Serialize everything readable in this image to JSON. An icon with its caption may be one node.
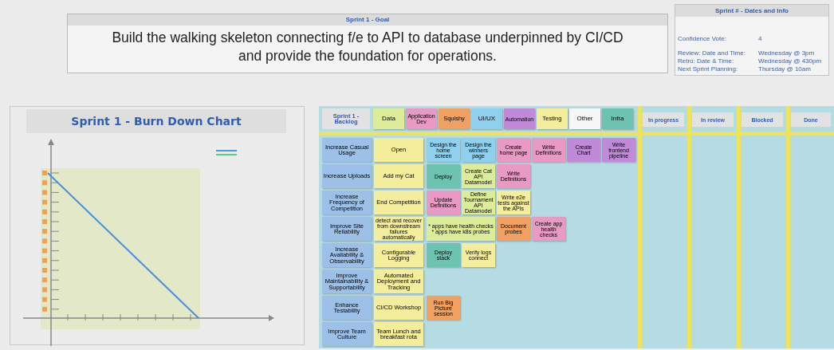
{
  "diagram": {
    "nodes": [
      {
        "text": [
          "Sprint 1 - Goal",
          "Build the walking skeleton connecting f/e to API to database underpinned by CI/CD and provide the foundation for operations."
        ]
      },
      {
        "text": [
          "Sprint # - Dates and Info",
          "Confidence Vote:",
          "4",
          "Review: Date and Time:",
          "Wednesday @ 3pm",
          "Retro: Date & Time:",
          "Wednesday @ 430pm",
          "Next Sprint Planning:",
          "Thursday @ 10am"
        ]
      },
      {
        "text": [
          "Sprint 1 - Burn Down Chart"
        ]
      },
      {
        "text": [],
        "shape": "box"
      },
      {
        "text": [
          "Sprint 1 - Backlog"
        ],
        "in": 3
      },
      {
        "text": [
          "Data"
        ],
        "in": 3
      },
      {
        "text": [
          "Application Dev"
        ],
        "in": 3
      },
      {
        "text": [
          "Squishy"
        ],
        "in": 3
      },
      {
        "text": [
          "UI/UX"
        ],
        "in": 3
      },
      {
        "text": [
          "Automation"
        ],
        "in": 3
      },
      {
        "text": [
          "Testing"
        ],
        "in": 3
      },
      {
        "text": [
          "Other"
        ],
        "in": 3
      },
      {
        "text": [
          "Infra"
        ],
        "in": 3
      },
      {
        "text": [
          "In progress"
        ],
        "in": 3
      },
      {
        "text": [
          "In review"
        ],
        "in": 3
      },
      {
        "text": [
          "Blocked"
        ],
        "in": 3
      },
      {
        "text": [
          "Done"
        ],
        "in": 3
      },
      {
        "text": [
          "Increase Casual Usage"
        ],
        "in": 3
      },
      {
        "text": [
          "Open"
        ],
        "in": 3
      },
      {
        "text": [
          "Design the home screen"
        ],
        "in": 3
      },
      {
        "text": [
          "Design the winners page"
        ],
        "in": 3
      },
      {
        "text": [
          "Create home page"
        ],
        "in": 3
      },
      {
        "text": [
          "Write Definitions"
        ],
        "in": 3
      },
      {
        "text": [
          "Create Chart"
        ],
        "in": 3
      },
      {
        "text": [
          "Write frontend pipeline"
        ],
        "in": 3
      },
      {
        "text": [
          "Increase Uploads"
        ],
        "in": 3
      },
      {
        "text": [
          "Add my Cat"
        ],
        "in": 3
      },
      {
        "text": [
          "Deploy"
        ],
        "in": 3
      },
      {
        "text": [
          "Create Cat API Datamodel"
        ],
        "in": 3
      },
      {
        "text": [
          "Write Definitions"
        ],
        "in": 3
      },
      {
        "text": [
          "Increase Frequency of Competition"
        ],
        "in": 3
      },
      {
        "text": [
          "End Competition"
        ],
        "in": 3
      },
      {
        "text": [
          "Update Definitions"
        ],
        "in": 3
      },
      {
        "text": [
          "Define Tournament API Datamodel"
        ],
        "in": 3
      },
      {
        "text": [
          "Write e2e tests against the APIs"
        ],
        "in": 3
      },
      {
        "text": [
          "Improve Site Reliability"
        ],
        "in": 3
      },
      {
        "text": [
          "detect and recover from downstream failures automatically"
        ],
        "in": 3
      },
      {
        "text": [
          "* apps have health checks",
          "* apps have k8s probes"
        ],
        "in": 3
      },
      {
        "text": [
          "Document probes"
        ],
        "in": 3
      },
      {
        "text": [
          "Create app health checks"
        ],
        "in": 3
      },
      {
        "text": [
          "Increase Availability & Observability"
        ],
        "in": 3
      },
      {
        "text": [
          "Configurable Logging"
        ],
        "in": 3
      },
      {
        "text": [
          "Deploy stack"
        ],
        "in": 3
      },
      {
        "text": [
          "Verify logs connect"
        ],
        "in": 3
      },
      {
        "text": [
          "Improve Maintainability & Supportability"
        ],
        "in": 3
      },
      {
        "text": [
          "Automated Deployment and Tracking"
        ],
        "in": 3
      },
      {
        "text": [
          "Enhance Testability"
        ],
        "in": 3
      },
      {
        "text": [
          "CI/CD Workshop"
        ],
        "in": 3
      },
      {
        "text": [
          "Run Big Picture session"
        ],
        "in": 3
      },
      {
        "text": [
          "Improve Team Culture"
        ],
        "in": 3
      },
      {
        "text": [
          "Team Lunch and breakfast rota"
        ],
        "in": 3
      }
    ]
  }
}
